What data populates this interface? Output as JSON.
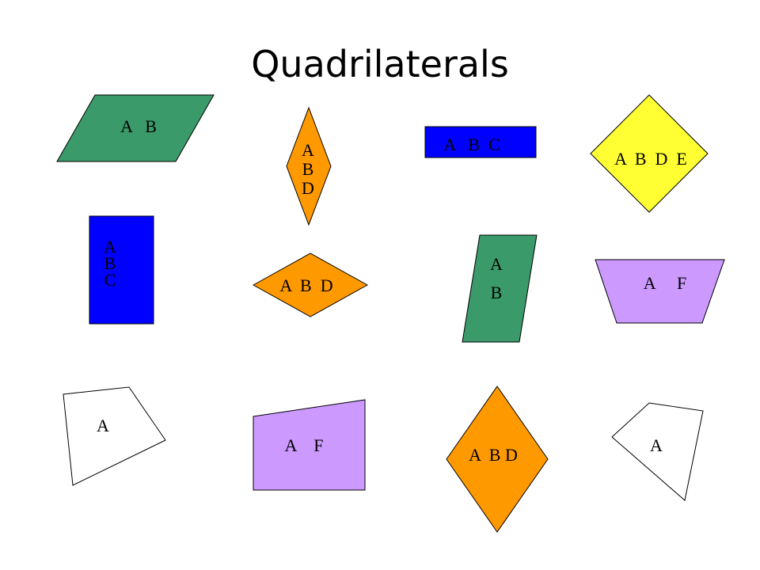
{
  "title": "Quadrilaterals",
  "colors": {
    "green": "#3a9a6a",
    "orange": "#ff9900",
    "blue": "#0000ff",
    "yellow": "#ffff33",
    "purple": "#cc99ff",
    "white": "#ffffff",
    "outline": "#000000"
  },
  "shapes": [
    {
      "id": "parallelogram-1",
      "kind": "parallelogram",
      "fill": "green",
      "label_lines": [
        "A   B"
      ]
    },
    {
      "id": "rhombus-1",
      "kind": "rhombus",
      "fill": "orange",
      "label_lines": [
        "A",
        "B",
        "D"
      ]
    },
    {
      "id": "rectangle-1",
      "kind": "rectangle",
      "fill": "blue",
      "label_lines": [
        "A   B  C"
      ]
    },
    {
      "id": "square-1",
      "kind": "square",
      "fill": "yellow",
      "label_lines": [
        "A  B  D  E"
      ]
    },
    {
      "id": "rectangle-2",
      "kind": "rectangle",
      "fill": "blue",
      "label_lines": [
        "A",
        "B",
        "C"
      ]
    },
    {
      "id": "rhombus-2",
      "kind": "rhombus",
      "fill": "orange",
      "label_lines": [
        "A  B  D"
      ]
    },
    {
      "id": "parallelogram-2",
      "kind": "parallelogram",
      "fill": "green",
      "label_lines": [
        "A",
        "B"
      ]
    },
    {
      "id": "trapezoid-1",
      "kind": "trapezoid",
      "fill": "purple",
      "label_lines": [
        "A     F"
      ]
    },
    {
      "id": "quadrilateral-1",
      "kind": "quadrilateral",
      "fill": "white",
      "label_lines": [
        "A"
      ]
    },
    {
      "id": "trapezoid-2",
      "kind": "trapezoid",
      "fill": "purple",
      "label_lines": [
        "A    F"
      ]
    },
    {
      "id": "rhombus-3",
      "kind": "rhombus",
      "fill": "orange",
      "label_lines": [
        "A  B D"
      ]
    },
    {
      "id": "quadrilateral-2",
      "kind": "quadrilateral",
      "fill": "white",
      "label_lines": [
        "A"
      ]
    }
  ]
}
